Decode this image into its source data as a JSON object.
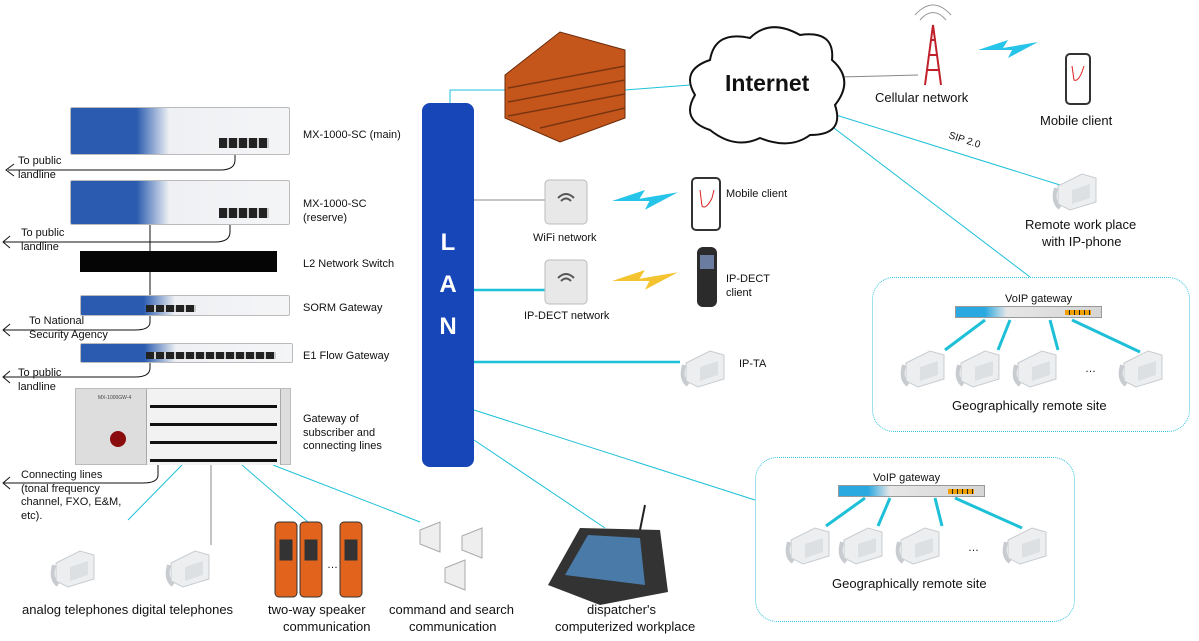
{
  "core": {
    "lan_letters": [
      "L",
      "A",
      "N"
    ],
    "internet": "Internet",
    "cellular": "Cellular network",
    "mobile_client_top": "Mobile client",
    "sip": "SIP 2.0",
    "remote_work": [
      "Remote work place",
      "with IP-phone"
    ]
  },
  "remote_site_1": {
    "gateway": "VoIP gateway",
    "ellipsis": "…",
    "label": "Geographically remote site"
  },
  "remote_site_2": {
    "gateway": "VoIP gateway",
    "ellipsis": "…",
    "label": "Geographically remote site"
  },
  "wireless": {
    "wifi": "WiFi network",
    "mobile_client": "Mobile client",
    "ipdect": "IP-DECT network",
    "ipdect_client": [
      "IP-DECT",
      "client"
    ],
    "ipta": "IP-TA"
  },
  "devices": {
    "mx_main": "MX-1000-SC  (main)",
    "mx_reserve": [
      "MX-1000-SC",
      "(reserve)"
    ],
    "l2": "L2 Network Switch",
    "sorm": "SORM Gateway",
    "e1": "E1 Flow Gateway",
    "gateway": [
      "Gateway of",
      "subscriber and",
      "connecting lines"
    ],
    "gateway_face": "MX-1000GW-4"
  },
  "left_links": {
    "public1": [
      "To public",
      "landline"
    ],
    "public2": [
      "To public",
      "landline"
    ],
    "nsa": [
      "To National",
      "Security Agency"
    ],
    "public3": [
      "To public",
      "landline"
    ],
    "connecting": [
      "Connecting lines",
      "(tonal frequency",
      "channel, FXO, E&M,",
      "etc)."
    ]
  },
  "bottom": {
    "phones": "analog telephones digital telephones",
    "speaker": [
      "two-way speaker",
      "communication"
    ],
    "speaker_ellipsis": "…",
    "command": [
      "command and search",
      "communication"
    ],
    "dispatcher": [
      "dispatcher's",
      "computerized workplace"
    ]
  },
  "colors": {
    "lan": "#1746b8",
    "link": "#1ec0d8",
    "brick": "#c4561c"
  }
}
